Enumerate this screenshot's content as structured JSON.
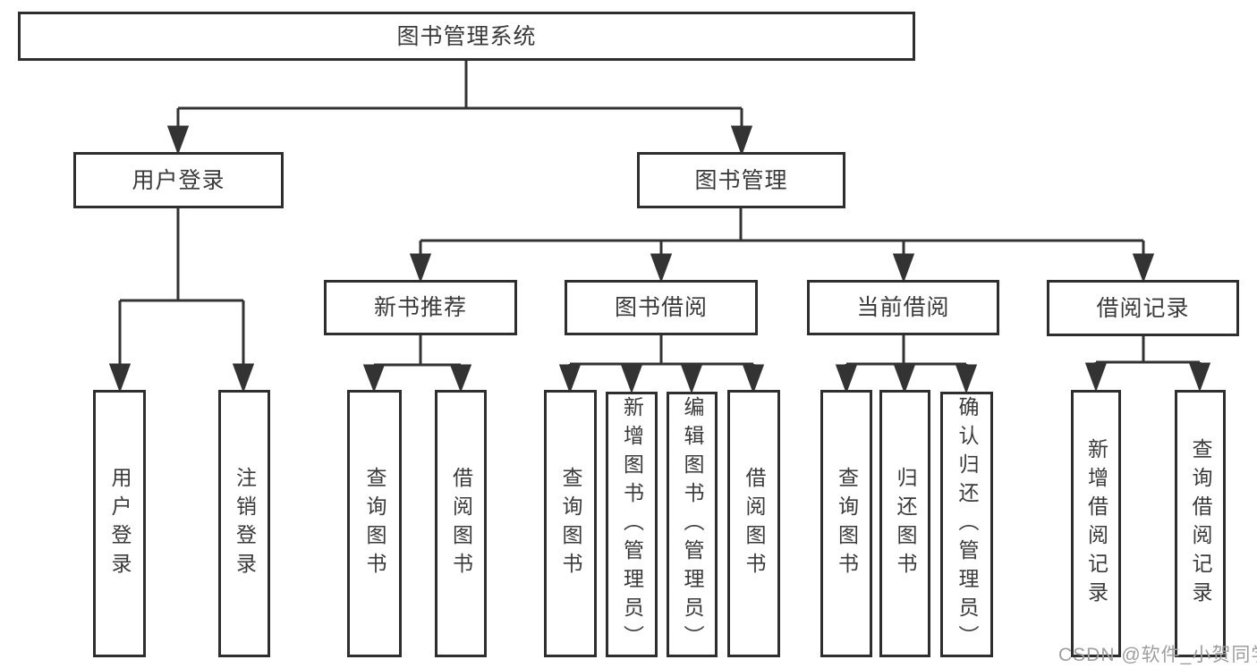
{
  "nodes": {
    "root": "图书管理系统",
    "l2": {
      "user_login": "用户登录",
      "book_mgmt": "图书管理"
    },
    "l3": {
      "recommend": "新书推荐",
      "borrow": "图书借阅",
      "current": "当前借阅",
      "record": "借阅记录"
    },
    "leaves": {
      "user_login": "用户登录",
      "logout": "注销登录",
      "rec_query": "查询图书",
      "rec_borrow": "借阅图书",
      "bor_query": "查询图书",
      "bor_add": "新增图书（管理员）",
      "bor_edit": "编辑图书（管理员）",
      "bor_borrow": "借阅图书",
      "cur_query": "查询图书",
      "cur_return": "归还图书",
      "cur_confirm": "确认归还（管理员）",
      "log_add": "新增借阅记录",
      "log_query": "查询借阅记录"
    }
  },
  "watermark": "CSDN @软件_小贺同学",
  "colors": {
    "line": "#333333",
    "box_border": "#2e2e2e",
    "text": "#3a3a3a",
    "watermark": "#9e9e9e",
    "background": "#ffffff"
  }
}
